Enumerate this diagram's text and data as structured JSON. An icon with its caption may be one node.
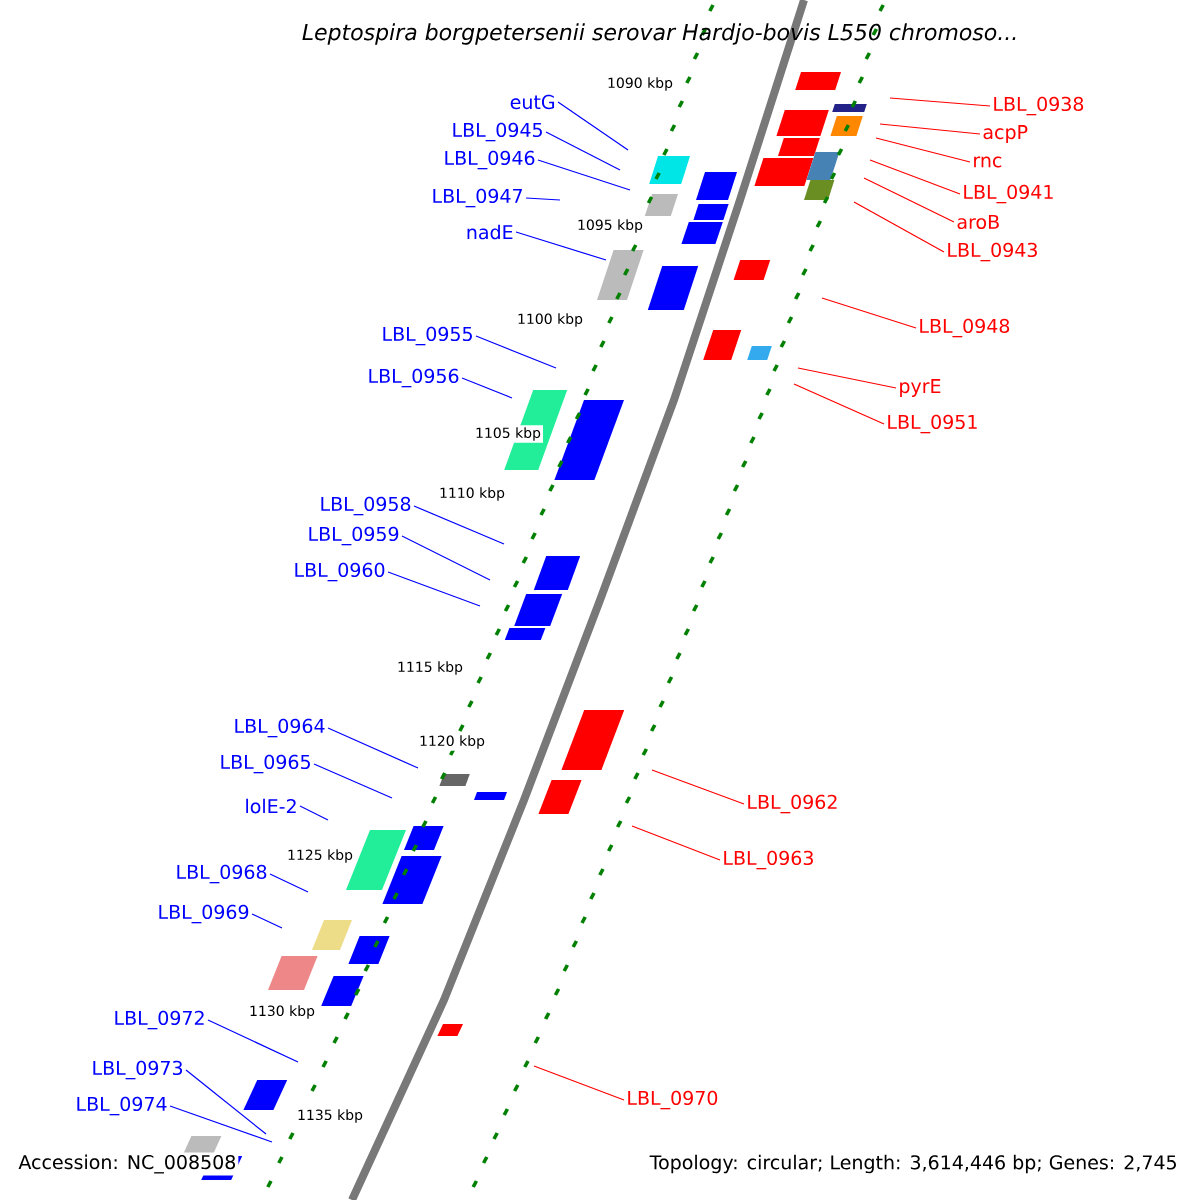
{
  "diagram": {
    "title": "Leptospira borgpetersenii serovar Hardjo-bovis L550 chromoso...",
    "nodes": [
      {
        "text": [
          "eutG"
        ]
      },
      {
        "text": [
          "LBL_0945"
        ]
      },
      {
        "text": [
          "LBL_0946"
        ]
      },
      {
        "text": [
          "LBL_0947"
        ]
      },
      {
        "text": [
          "nadE"
        ]
      },
      {
        "text": [
          "LBL_0955"
        ]
      },
      {
        "text": [
          "LBL_0956"
        ]
      },
      {
        "text": [
          "LBL_0958"
        ]
      },
      {
        "text": [
          "LBL_0959"
        ]
      },
      {
        "text": [
          "LBL_0960"
        ]
      },
      {
        "text": [
          "LBL_0964"
        ]
      },
      {
        "text": [
          "LBL_0965"
        ]
      },
      {
        "text": [
          "lolE-2"
        ]
      },
      {
        "text": [
          "LBL_0968"
        ]
      },
      {
        "text": [
          "LBL_0969"
        ]
      },
      {
        "text": [
          "LBL_0972"
        ]
      },
      {
        "text": [
          "LBL_0973"
        ]
      },
      {
        "text": [
          "LBL_0974"
        ]
      },
      {
        "text": [
          "LBL_0938"
        ]
      },
      {
        "text": [
          "acpP"
        ]
      },
      {
        "text": [
          "rnc"
        ]
      },
      {
        "text": [
          "LBL_0941"
        ]
      },
      {
        "text": [
          "aroB"
        ]
      },
      {
        "text": [
          "LBL_0943"
        ]
      },
      {
        "text": [
          "LBL_0948"
        ]
      },
      {
        "text": [
          "pyrE"
        ]
      },
      {
        "text": [
          "LBL_0951"
        ]
      },
      {
        "text": [
          "LBL_0962"
        ]
      },
      {
        "text": [
          "LBL_0963"
        ]
      },
      {
        "text": [
          "LBL_0970"
        ]
      }
    ],
    "edges": [
      {
        "from": 0,
        "to": null,
        "arrow": "none"
      },
      {
        "from": 1,
        "to": null,
        "arrow": "none"
      },
      {
        "from": 2,
        "to": null,
        "arrow": "none"
      },
      {
        "from": 3,
        "to": null,
        "arrow": "none"
      },
      {
        "from": 4,
        "to": null,
        "arrow": "none"
      },
      {
        "from": 5,
        "to": null,
        "arrow": "none"
      },
      {
        "from": 6,
        "to": null,
        "arrow": "none"
      },
      {
        "from": 7,
        "to": null,
        "arrow": "none"
      },
      {
        "from": 8,
        "to": null,
        "arrow": "none"
      },
      {
        "from": 9,
        "to": null,
        "arrow": "none"
      },
      {
        "from": 10,
        "to": null,
        "arrow": "none"
      },
      {
        "from": 11,
        "to": null,
        "arrow": "none"
      },
      {
        "from": 12,
        "to": null,
        "arrow": "none"
      },
      {
        "from": 13,
        "to": null,
        "arrow": "none"
      },
      {
        "from": 14,
        "to": null,
        "arrow": "none"
      },
      {
        "from": 15,
        "to": null,
        "arrow": "none"
      },
      {
        "from": 16,
        "to": null,
        "arrow": "none"
      },
      {
        "from": 17,
        "to": null,
        "arrow": "none"
      },
      {
        "from": 18,
        "to": null,
        "arrow": "none",
        "color": "#ff0000"
      },
      {
        "from": 19,
        "to": null,
        "arrow": "none",
        "color": "#ff0000"
      },
      {
        "from": 20,
        "to": null,
        "arrow": "none",
        "color": "#ff0000"
      },
      {
        "from": 21,
        "to": null,
        "arrow": "none",
        "color": "#ff0000"
      },
      {
        "from": 22,
        "to": null,
        "arrow": "none",
        "color": "#ff0000"
      },
      {
        "from": 23,
        "to": null,
        "arrow": "none",
        "color": "#ff0000"
      },
      {
        "from": 24,
        "to": null,
        "arrow": "none",
        "color": "#ff0000"
      },
      {
        "from": 25,
        "to": null,
        "arrow": "none",
        "color": "#ff0000"
      },
      {
        "from": 26,
        "to": null,
        "arrow": "none",
        "color": "#ff0000"
      },
      {
        "from": 27,
        "to": null,
        "arrow": "none",
        "color": "#ff0000"
      },
      {
        "from": 28,
        "to": null,
        "arrow": "none",
        "color": "#ff0000"
      },
      {
        "from": 29,
        "to": null,
        "arrow": "none",
        "color": "#ff0000"
      }
    ],
    "labels": [
      "1090 kbp",
      "1095 kbp",
      "1100 kbp",
      "1105 kbp",
      "1110 kbp",
      "1115 kbp",
      "1120 kbp",
      "1125 kbp",
      "1130 kbp",
      "1135 kbp",
      "Accession: NC_008508",
      "Topology: circular; Length: 3,614,446 bp; Genes: 2,745"
    ]
  }
}
